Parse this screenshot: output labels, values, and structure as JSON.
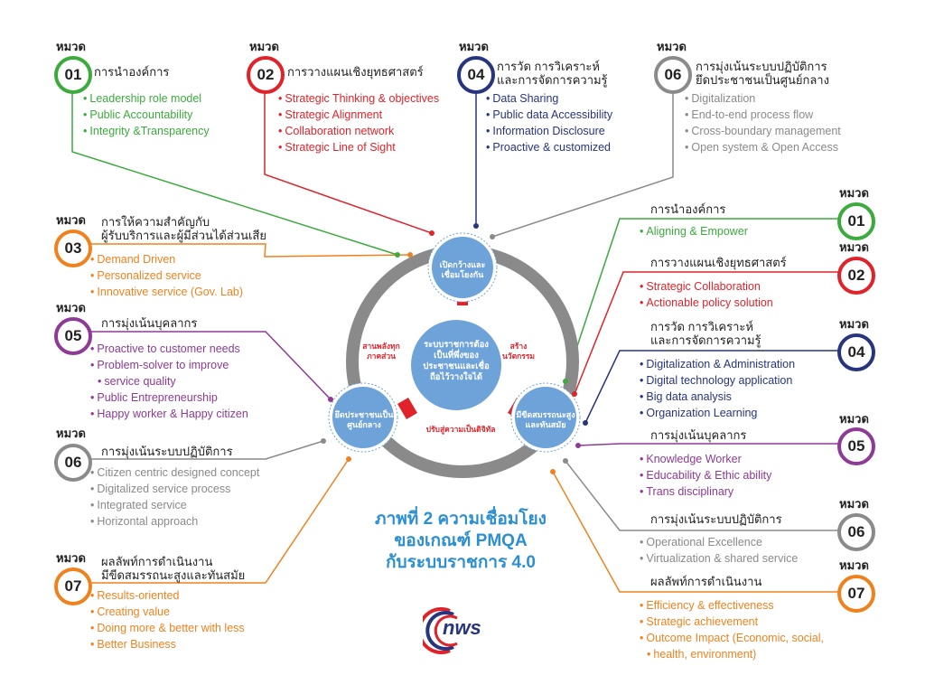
{
  "colors": {
    "green": "#3aab3c",
    "red": "#e0232a",
    "navy": "#27357e",
    "gray": "#8a8a8a",
    "orange": "#f0821e",
    "purple": "#8e3a96",
    "blue": "#6ea3da",
    "caption": "#2b8fd1"
  },
  "left_top": [
    {
      "hmwd": "หมวด",
      "num": "01",
      "title": "การนำองค์การ",
      "items": [
        "Leadership role model",
        "Public Accountability",
        "Integrity &Transparency"
      ]
    },
    {
      "hmwd": "หมวด",
      "num": "02",
      "title": "การวางแผนเชิงยุทธศาสตร์",
      "items": [
        "Strategic Thinking & objectives",
        "Strategic Alignment",
        "Collaboration network",
        "Strategic Line of Sight"
      ]
    },
    {
      "hmwd": "หมวด",
      "num": "04",
      "title1": "การวัด การวิเคราะห์",
      "title2": "และการจัดการความรู้",
      "items": [
        "Data Sharing",
        "Public data Accessibility",
        "Information Disclosure",
        "Proactive & customized"
      ]
    },
    {
      "hmwd": "หมวด",
      "num": "06",
      "title1": "การมุ่งเน้นระบบปฏิบัติการ",
      "title2": "ยึดประชาชนเป็นศูนย์กลาง",
      "items": [
        "Digitalization",
        "End-to-end process flow",
        "Cross-boundary management",
        "Open system & Open Access"
      ]
    }
  ],
  "left": [
    {
      "hmwd": "หมวด",
      "num": "03",
      "title1": "การให้ความสำคัญกับ",
      "title2": "ผู้รับบริการและผู้มีส่วนได้ส่วนเสีย",
      "items": [
        "Demand Driven",
        "Personalized service",
        "Innovative service (Gov. Lab)"
      ]
    },
    {
      "hmwd": "หมวด",
      "num": "05",
      "title": "การมุ่งเน้นบุคลากร",
      "items": [
        "Proactive to customer needs",
        "Problem-solver to improve",
        "service quality",
        "Public Entrepreneurship",
        "Happy worker & Happy citizen"
      ]
    },
    {
      "hmwd": "หมวด",
      "num": "06",
      "title": "การมุ่งเน้นระบบปฏิบัติการ",
      "items": [
        "Citizen centric designed concept",
        "Digitalized service process",
        "Integrated service",
        "Horizontal approach"
      ]
    },
    {
      "hmwd": "หมวด",
      "num": "07",
      "title1": "ผลลัพท์การดำเนินงาน",
      "title2": "มีขีดสมรรถนะสูงและทันสมัย",
      "items": [
        "Results-oriented",
        "Creating value",
        "Doing more & better with less",
        "Better Business"
      ]
    }
  ],
  "right": [
    {
      "hmwd": "หมวด",
      "num": "01",
      "title": "การนำองค์การ",
      "items": [
        "Aligning & Empower"
      ]
    },
    {
      "hmwd": "หมวด",
      "num": "02",
      "title": "การวางแผนเชิงยุทธศาสตร์",
      "items": [
        "Strategic Collaboration",
        "Actionable policy solution"
      ]
    },
    {
      "hmwd": "หมวด",
      "num": "04",
      "title1": "การวัด การวิเคราะห์",
      "title2": "และการจัดการความรู้",
      "items": [
        "Digitalization & Administration",
        "Digital technology application",
        "Big data analysis",
        "Organization Learning"
      ]
    },
    {
      "hmwd": "หมวด",
      "num": "05",
      "title": "การมุ่งเน้นบุคลากร",
      "items": [
        "Knowledge Worker",
        "Educability & Ethic ability",
        "Trans disciplinary"
      ]
    },
    {
      "hmwd": "หมวด",
      "num": "06",
      "title": "การมุ่งเน้นระบบปฏิบัติการ",
      "items": [
        "Operational Excellence",
        "Virtualization & shared service"
      ]
    },
    {
      "hmwd": "หมวด",
      "num": "07",
      "title": "ผลลัพท์การดำเนินงาน",
      "items": [
        "Efficiency & effectiveness",
        "Strategic achievement",
        "Outcome Impact (Economic, social,",
        "health, environment)"
      ]
    }
  ],
  "core": {
    "center": "ระบบราชการต้องเป็นที่พึ่งของประชาชนและเชื่อถือไว้วางใจได้",
    "top": "เปิดกว้างและเชื่อมโยงกัน",
    "left": "ยึดประชาชนเป็นศูนย์กลาง",
    "right": "มีขีดสมรรถนะสูงและทันสมัย",
    "arc_left": "สานพลังทุกภาคส่วน",
    "arc_right": "สร้างนวัตกรรม",
    "arc_bottom": "ปรับสู่ความเป็นดิจิทัล"
  },
  "caption": {
    "line1": "ภาพที่ 2 ความเชื่อมโยง",
    "line2": "ของเกณฑ์ PMQA",
    "line3": "กับระบบราชการ 4.0"
  },
  "logo": {
    "text": "nws",
    "icon": "pmqa-logo-icon"
  }
}
